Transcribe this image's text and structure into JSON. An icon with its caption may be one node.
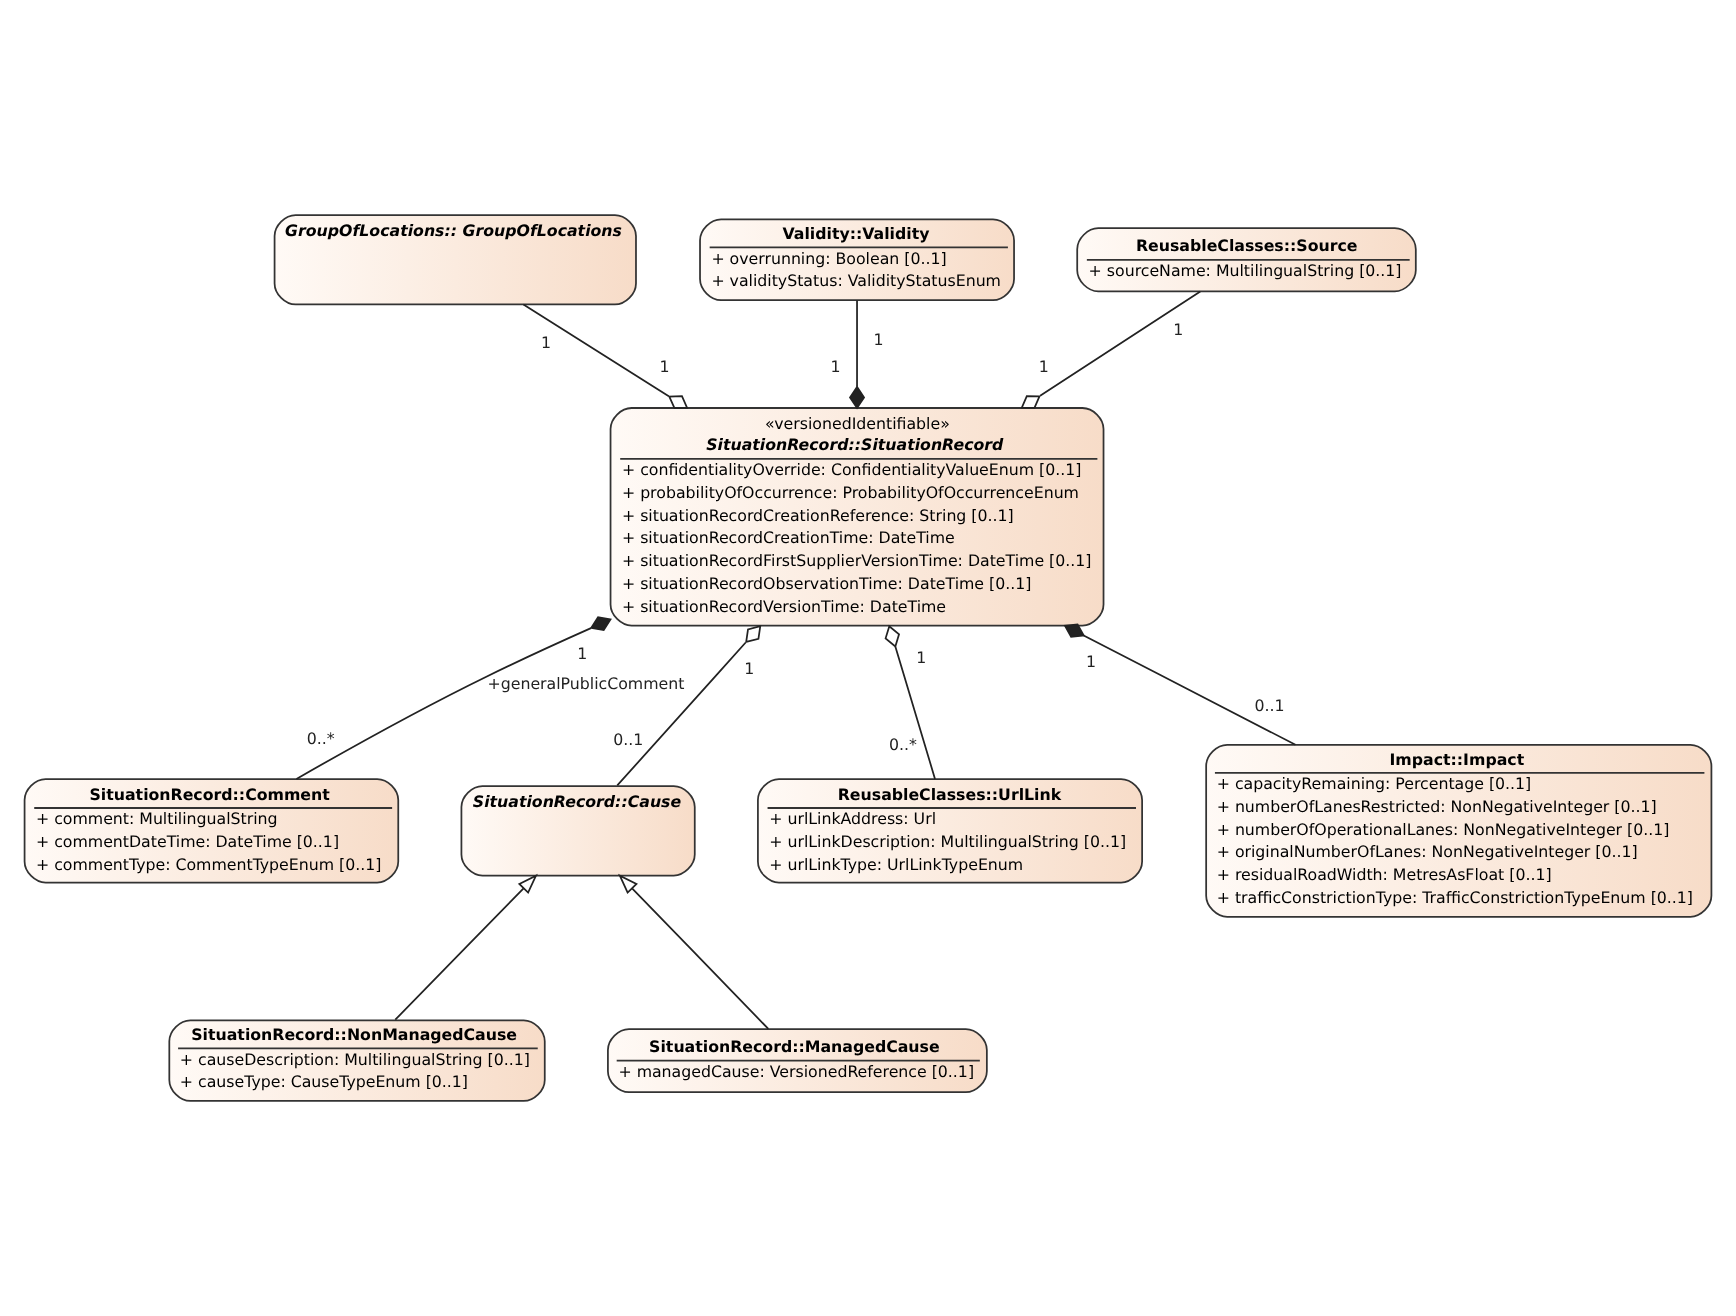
{
  "diagram": {
    "nodes": [
      {
        "text": [
          "GroupOfLocations:: GroupOfLocations"
        ],
        "beside": [
          "1"
        ]
      },
      {
        "text": [
          "Validity::Validity",
          "+ overrunning: Boolean [0..1]",
          "+ validityStatus: ValidityStatusEnum"
        ],
        "beside": [
          "1"
        ]
      },
      {
        "text": [
          "ReusableClasses::Source",
          "+ sourceName: MultilingualString [0..1]"
        ],
        "beside": [
          "1"
        ]
      },
      {
        "text": [
          "«versionedIdentifiable»",
          "SituationRecord::SituationRecord",
          "+ confidentialityOverride: ConfidentialityValueEnum [0..1]",
          "+ probabilityOfOccurrence: ProbabilityOfOccurrenceEnum",
          "+ situationRecordCreationReference: String [0..1]",
          "+ situationRecordCreationTime: DateTime",
          "+ situationRecordFirstSupplierVersionTime: DateTime [0..1]",
          "+ situationRecordObservationTime: DateTime [0..1]",
          "+ situationRecordVersionTime: DateTime"
        ],
        "beside": [
          "1",
          "1",
          "1",
          "1",
          "1",
          "1",
          "1"
        ]
      },
      {
        "text": [
          "SituationRecord::Comment",
          "+ comment: MultilingualString",
          "+ commentDateTime: DateTime [0..1]",
          "+ commentType: CommentTypeEnum [0..1]"
        ],
        "beside": [
          "0..*"
        ]
      },
      {
        "text": [
          "SituationRecord::Cause"
        ],
        "beside": [
          "0..1"
        ]
      },
      {
        "text": [
          "ReusableClasses::UrlLink",
          "+ urlLinkAddress: Url",
          "+ urlLinkDescription: MultilingualString [0..1]",
          "+ urlLinkType: UrlLinkTypeEnum"
        ],
        "beside": [
          "0..*"
        ]
      },
      {
        "text": [
          "SituationRecord::NonManagedCause",
          "+ causeDescription: MultilingualString [0..1]",
          "+ causeType: CauseTypeEnum [0..1]"
        ]
      },
      {
        "text": [
          "SituationRecord::ManagedCause",
          "+ managedCause: VersionedReference [0..1]"
        ]
      },
      {
        "text": [
          "Impact::Impact",
          "+ capacityRemaining: Percentage [0..1]",
          "+ numberOfLanesRestricted: NonNegativeInteger [0..1]",
          "+ numberOfOperationalLanes: NonNegativeInteger [0..1]",
          "+ originalNumberOfLanes: NonNegativeInteger [0..1]",
          "+ residualRoadWidth: MetresAsFloat [0..1]",
          "+ trafficConstrictionType: TrafficConstrictionTypeEnum [0..1]"
        ],
        "beside": [
          "0..1"
        ]
      }
    ],
    "edges": [
      {
        "from": 0,
        "to": 3,
        "arrow": "other"
      },
      {
        "from": 1,
        "to": 3,
        "arrow": "other"
      },
      {
        "from": 2,
        "to": 3,
        "arrow": "other"
      },
      {
        "from": 4,
        "to": 3,
        "arrow": "other",
        "label": "+generalPublicComment"
      },
      {
        "from": 5,
        "to": 3,
        "arrow": "other"
      },
      {
        "from": 9,
        "to": 3,
        "arrow": "other"
      },
      {
        "from": 6,
        "to": 3,
        "arrow": "other"
      },
      {
        "from": 7,
        "to": 5,
        "arrow": "to"
      },
      {
        "from": 8,
        "to": 5,
        "arrow": "to"
      }
    ]
  }
}
